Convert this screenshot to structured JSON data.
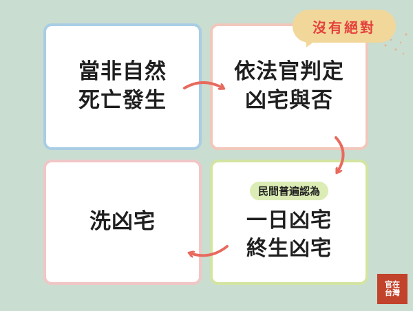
{
  "bubble": {
    "text": "沒有絕對"
  },
  "cards": {
    "c1": {
      "line1": "當非自然",
      "line2": "死亡發生"
    },
    "c2": {
      "line1": "依法官判定",
      "line2": "凶宅與否"
    },
    "c3": {
      "tag": "民間普遍認為",
      "line1": "一日凶宅",
      "line2": "終生凶宅"
    },
    "c4": {
      "line1": "洗凶宅"
    }
  },
  "stamp": {
    "line1": "官在",
    "line2": "台灣"
  },
  "colors": {
    "background": "#c9ddd0",
    "arrow": "#e86a5e",
    "bubble": "#f2d79a",
    "bubble_text": "#e4423d",
    "card1_border": "#a9cde4",
    "card2_border": "#f2c7bb",
    "card3_border": "#d4e4a2",
    "card4_border": "#f1c6c6"
  }
}
